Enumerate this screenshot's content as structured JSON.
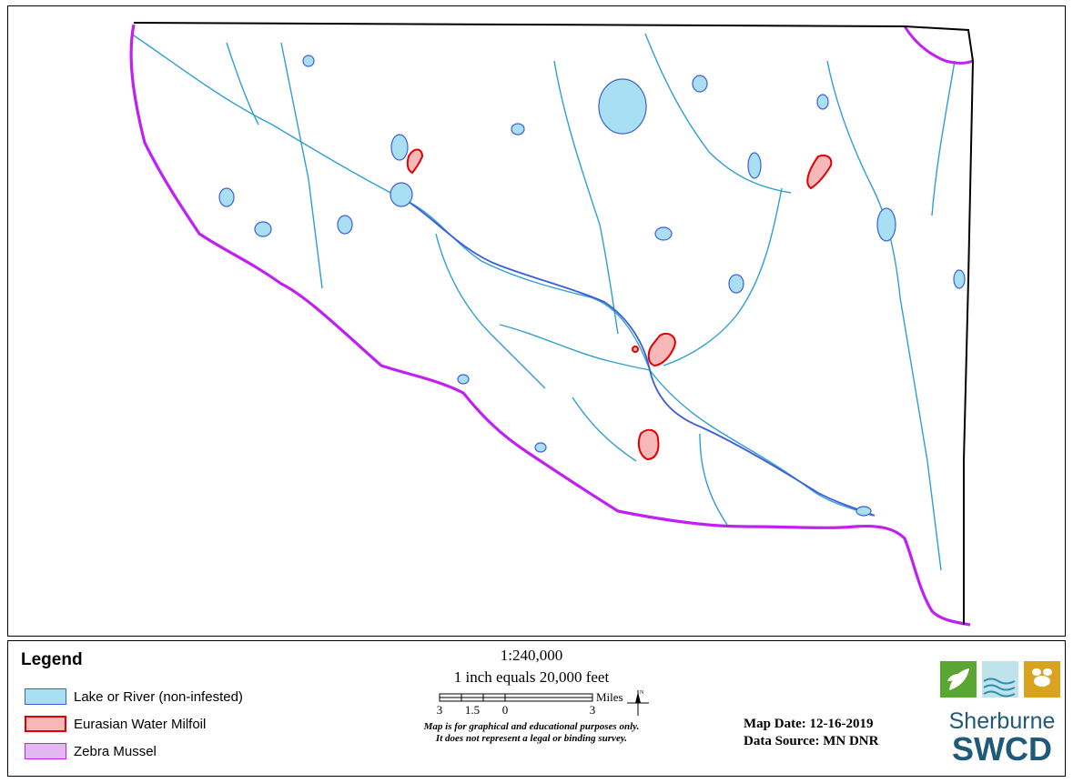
{
  "legend": {
    "title": "Legend",
    "items": [
      {
        "label": "Lake or River (non-infested)",
        "fill": "#a8dff3",
        "stroke": "#3c5fd6"
      },
      {
        "label": "Eurasian Water Milfoil",
        "fill": "#f6b8b8",
        "stroke": "#e00000"
      },
      {
        "label": "Zebra Mussel",
        "fill": "#e3b8f2",
        "stroke": "#c020f0"
      }
    ]
  },
  "scale": {
    "ratio": "1:240,000",
    "equivalence": "1 inch equals 20,000 feet",
    "unit": "Miles",
    "ticks": [
      "3",
      "1.5",
      "0",
      "3"
    ],
    "north_letter": "N"
  },
  "disclaimer": {
    "line1": "Map is for graphical and educational purposes only.",
    "line2": "It does not represent a legal or binding survey."
  },
  "info": {
    "map_date": "Map Date: 12-16-2019",
    "data_source": "Data Source: MN DNR"
  },
  "logo": {
    "line1": "Sherburne",
    "line2": "SWCD"
  },
  "colors": {
    "river": "#2f9fd0",
    "county_border": "#000000",
    "zebra_mussel": "#c020f0",
    "milfoil": "#e00000",
    "lake_fill": "#a8dff3",
    "lake_stroke": "#3c5fd6"
  }
}
